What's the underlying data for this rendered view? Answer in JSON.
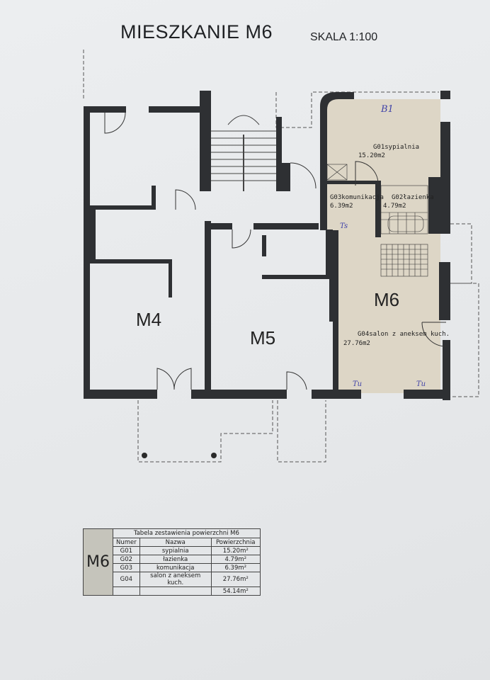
{
  "header": {
    "title": "MIESZKANIE M6",
    "scale": "SKALA 1:100"
  },
  "units": [
    {
      "label": "M4"
    },
    {
      "label": "M5"
    },
    {
      "label": "M6"
    }
  ],
  "rooms": [
    {
      "number": "G01",
      "name": "sypialnia",
      "area": "15.20m2"
    },
    {
      "number": "G02",
      "name": "łazienka",
      "area": "4.79m2"
    },
    {
      "number": "G03",
      "name": "komunikacja",
      "area": "6.39m2"
    },
    {
      "number": "G04",
      "name": "salon z aneksem kuch.",
      "area": "27.76m2"
    }
  ],
  "annotations": [
    "B1",
    "Ts",
    "Tu",
    "Tu"
  ],
  "table": {
    "unit": "M6",
    "caption": "Tabela zestawienia powierzchni M6",
    "headers": [
      "Numer",
      "Nazwa",
      "Powierzchnia"
    ],
    "rows": [
      [
        "G01",
        "sypialnia",
        "15.20m²"
      ],
      [
        "G02",
        "łazienka",
        "4.79m²"
      ],
      [
        "G03",
        "komunikacja",
        "6.39m²"
      ],
      [
        "G04",
        "salon z aneksem kuch.",
        "27.76m²"
      ]
    ],
    "total": "54.14m²"
  },
  "colors": {
    "wall": "#2e3033",
    "highlight": "#ddd6c6",
    "annotation": "#3f42a8"
  }
}
